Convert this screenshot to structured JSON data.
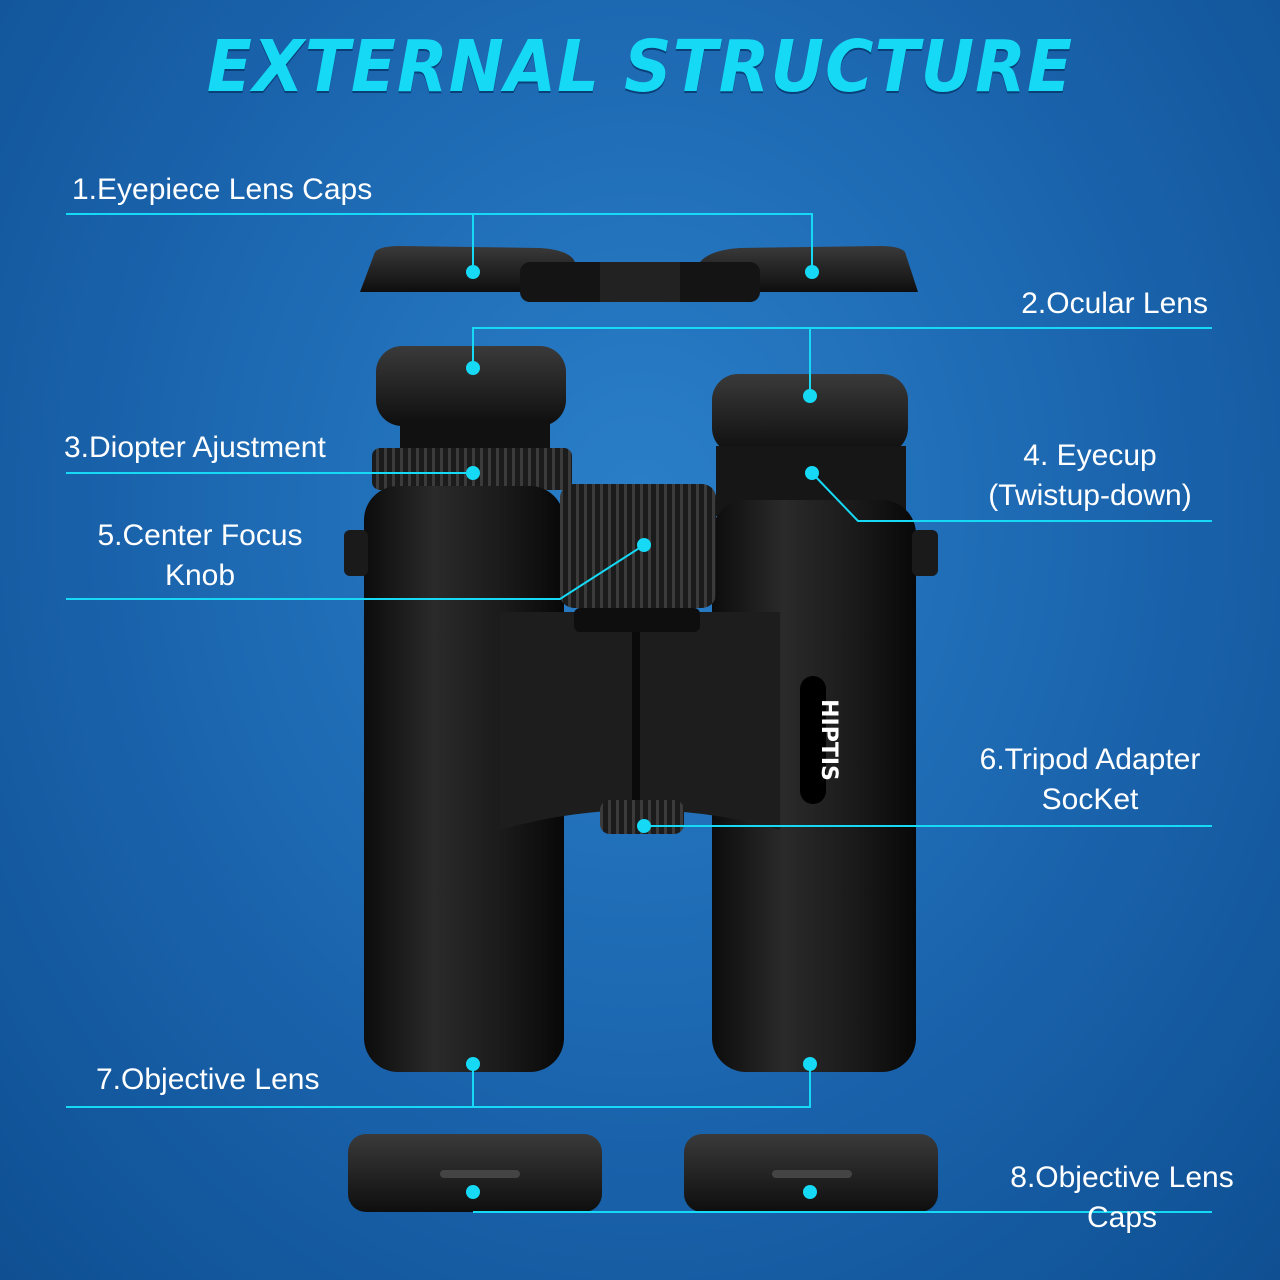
{
  "title": "EXTERNAL STRUCTURE",
  "brand": "HIPTIS",
  "labels": {
    "eyepiece_caps": "1.Eyepiece Lens Caps",
    "ocular_lens": "2.Ocular Lens",
    "diopter": "3.Diopter Ajustment",
    "eyecup_line1": "4. Eyecup",
    "eyecup_line2": "(Twistup-down)",
    "focus_line1": "5.Center Focus",
    "focus_line2": "Knob",
    "tripod_line1": "6.Tripod Adapter",
    "tripod_line2": "SocKet",
    "objective_lens": "7.Objective Lens",
    "objective_caps_line1": "8.Objective Lens",
    "objective_caps_line2": "Caps"
  },
  "colors": {
    "background": "#1a64ad",
    "title": "#16d9f5",
    "leader_line": "#16d9f5",
    "label_text": "#ffffff",
    "product": "#151515"
  }
}
